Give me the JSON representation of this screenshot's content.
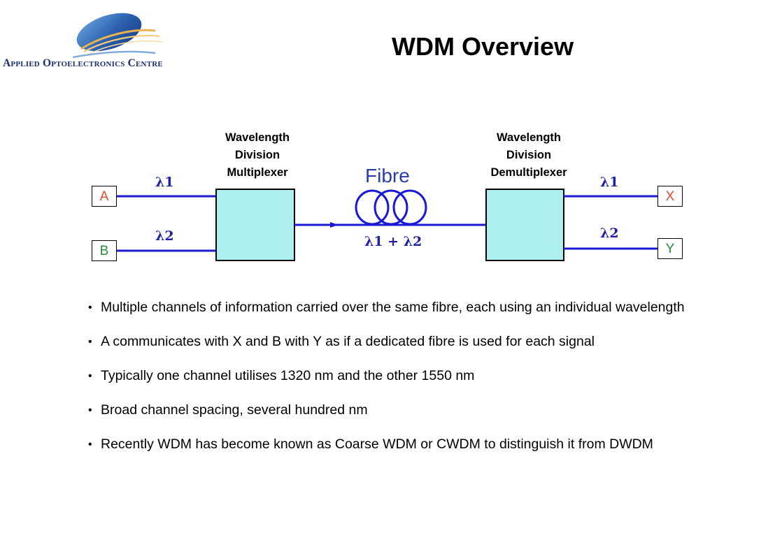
{
  "header": {
    "logo_text": "Applied Optoelectronics Centre",
    "title": "WDM Overview"
  },
  "diagram": {
    "mux_label": [
      "Wavelength",
      "Division",
      "Multiplexer"
    ],
    "demux_label": [
      "Wavelength",
      "Division",
      "Demultiplexer"
    ],
    "fibre_label": "Fibre",
    "combined_label": "λ1 + λ2",
    "input_ports": [
      "A",
      "B"
    ],
    "output_ports": [
      "X",
      "Y"
    ],
    "left_lambdas": [
      "λ1",
      "λ2"
    ],
    "right_lambdas": [
      "λ1",
      "λ2"
    ],
    "colors": {
      "line": "#1a1ad6",
      "box_fill": "#aef0f0",
      "lambda_text": "#1f1fa8",
      "port_red": "#e24a2b",
      "port_green": "#2a8a3c"
    }
  },
  "bullets": [
    "Multiple channels of information carried over the same fibre, each using an individual wavelength",
    "A communicates with X and B with Y as if a dedicated fibre is used for each signal",
    "Typically one channel utilises 1320 nm and the other 1550 nm",
    "Broad channel spacing, several hundred nm",
    "Recently WDM has become known as Coarse WDM or CWDM to distinguish it from DWDM"
  ]
}
